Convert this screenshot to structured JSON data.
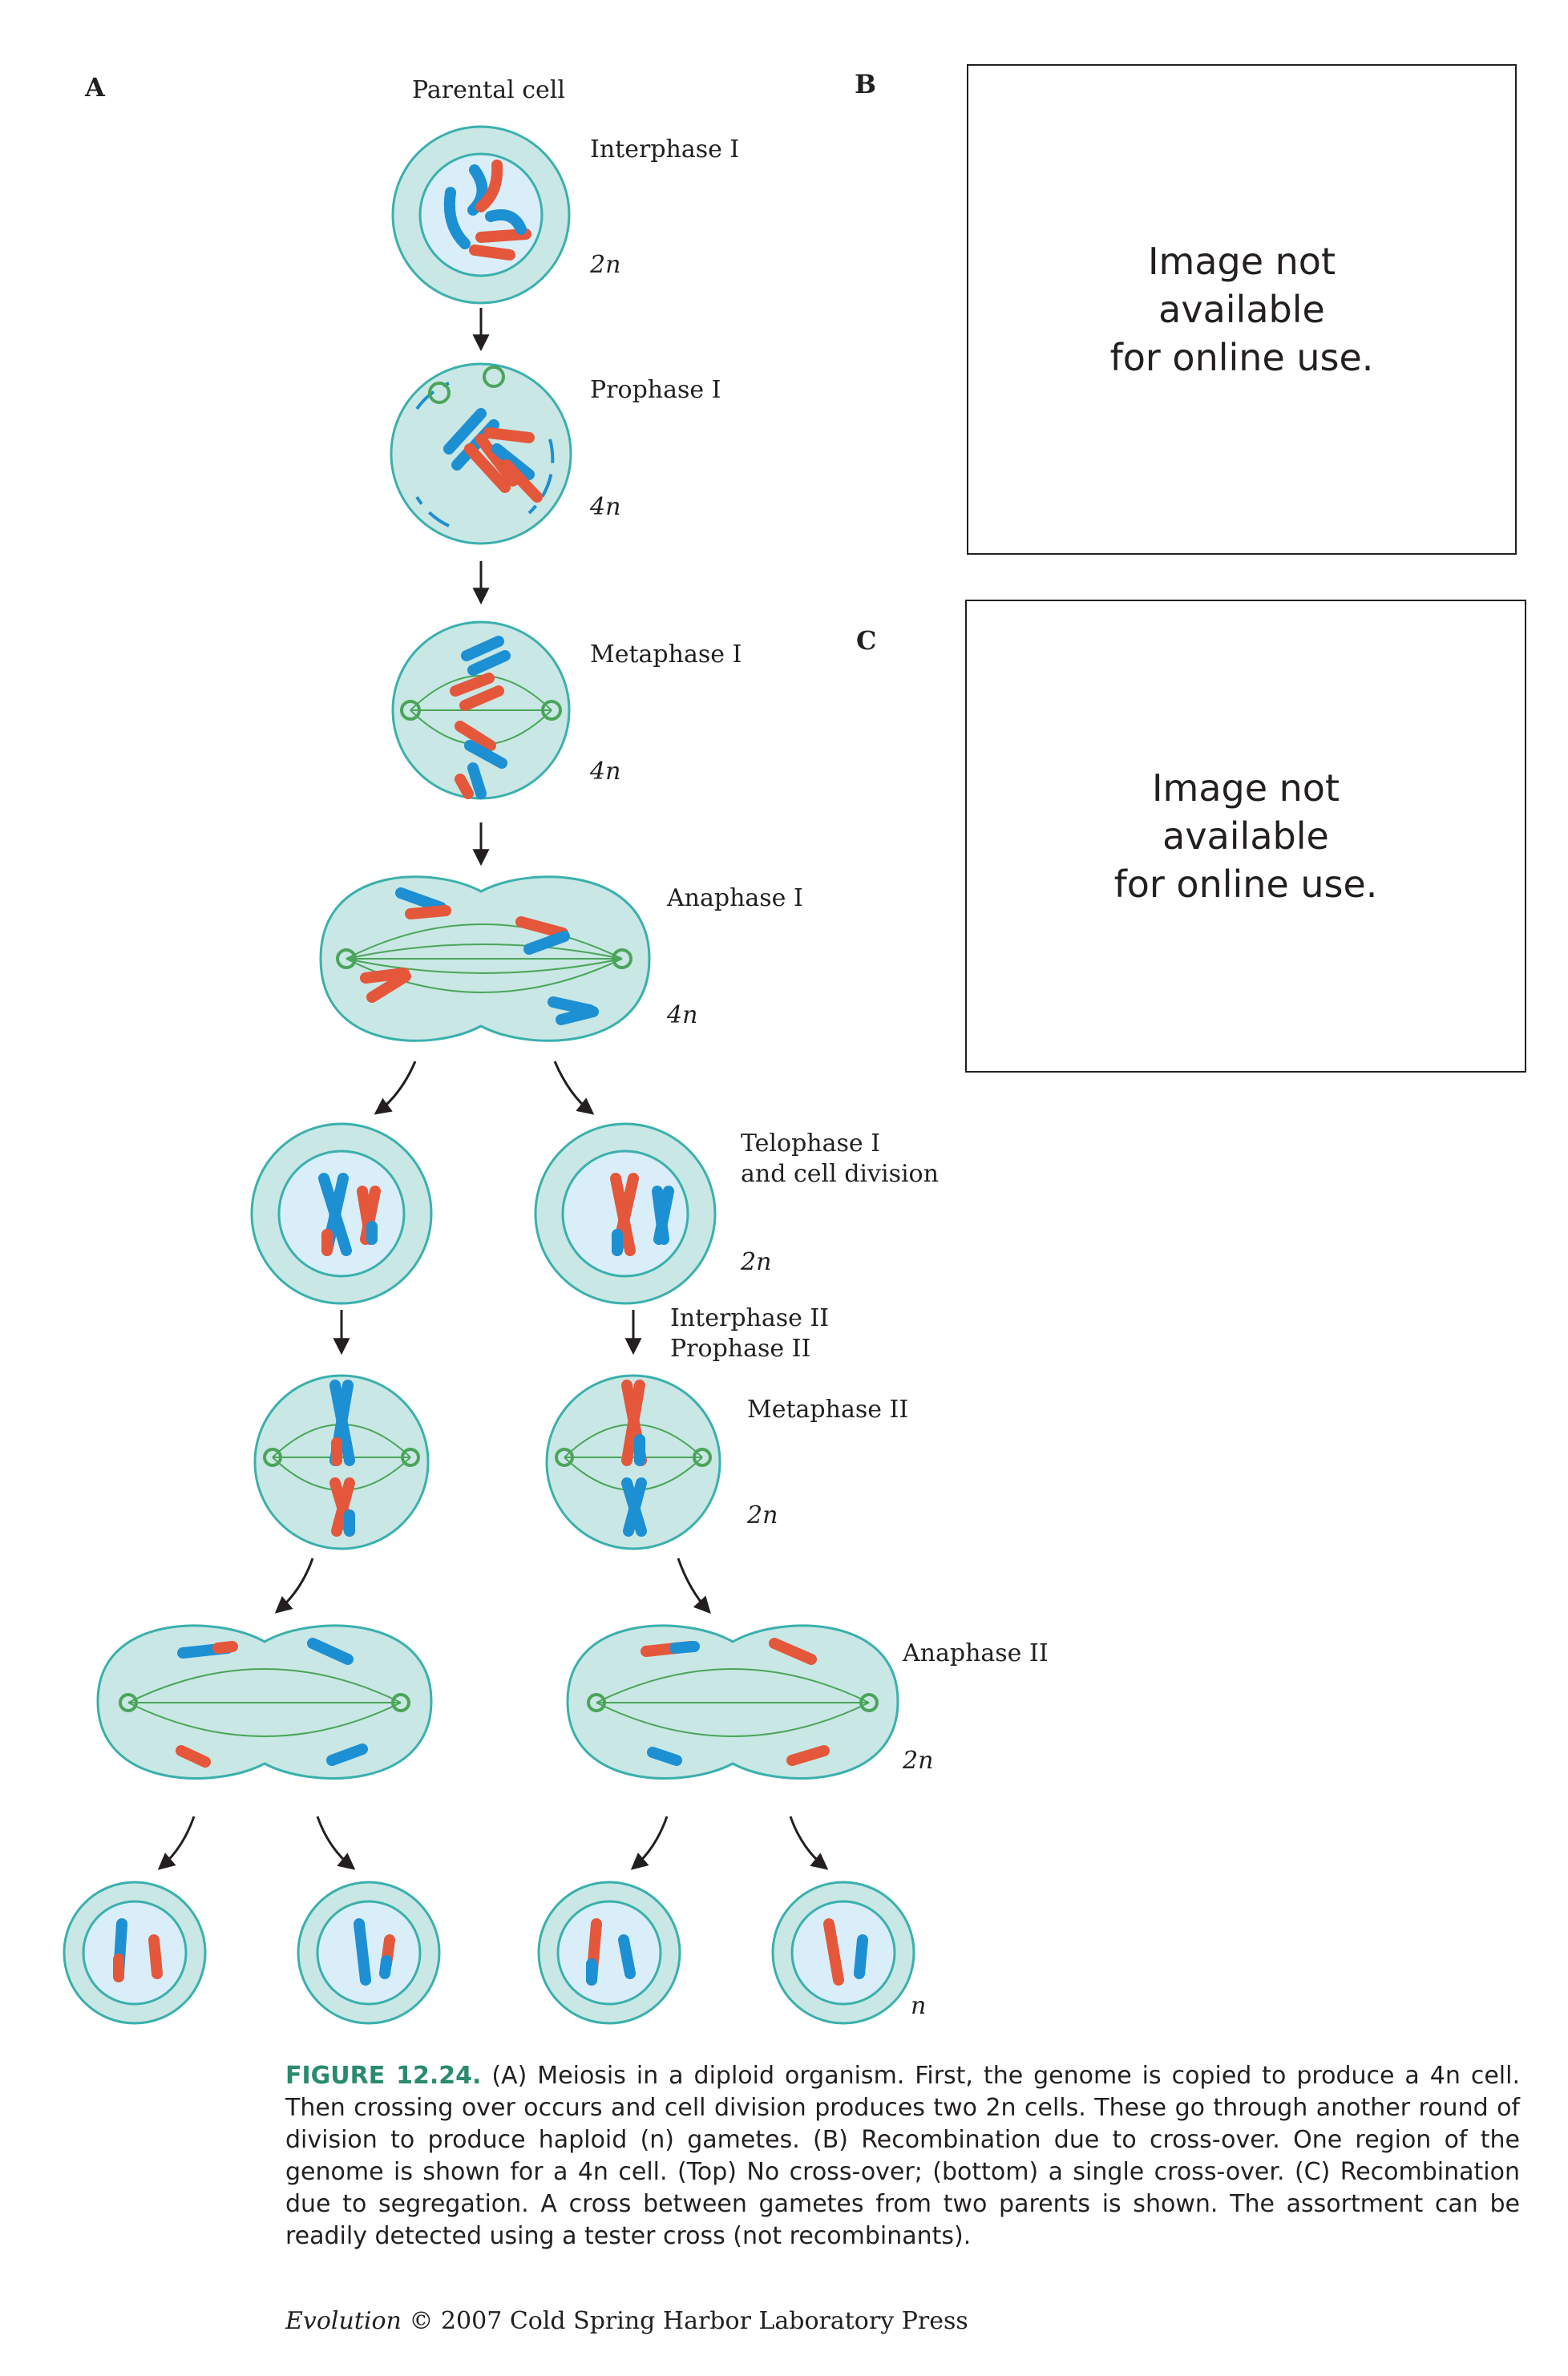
{
  "panels": {
    "a": "A",
    "b": "B",
    "c": "C"
  },
  "placeholder": {
    "b_text": "Image not\navailable\nfor online use.",
    "c_text": "Image not\navailable\nfor online use."
  },
  "stages": {
    "parental": "Parental cell",
    "interphase1": "Interphase I",
    "interphase1_ploidy": "2n",
    "prophase1": "Prophase I",
    "prophase1_ploidy": "4n",
    "metaphase1": "Metaphase I",
    "metaphase1_ploidy": "4n",
    "anaphase1": "Anaphase I",
    "anaphase1_ploidy": "4n",
    "telophase1_line1": "Telophase I",
    "telophase1_line2": "and cell division",
    "telophase1_ploidy": "2n",
    "interphase2": "Interphase II",
    "prophase2": "Prophase II",
    "metaphase2": "Metaphase II",
    "metaphase2_ploidy": "2n",
    "anaphase2": "Anaphase II",
    "anaphase2_ploidy": "2n",
    "gamete_ploidy": "n"
  },
  "caption": {
    "label": "FIGURE 12.24.",
    "text": " (A) Meiosis in a diploid organism. First, the genome is copied to produce a 4n cell. Then crossing over occurs and cell division produces two 2n cells. These go through another round of division to produce haploid (n) gametes. (B) Recombination due to cross-over. One region of the genome is shown for a 4n cell. (Top) No cross-over; (bottom) a single cross-over. (C) Recombination due to segregation. A cross between gametes from two parents is shown. The assortment can be readily detected using a tester cross (not recombinants)."
  },
  "credit": {
    "title": "Evolution",
    "text": " © 2007 Cold Spring Harbor Laboratory Press"
  },
  "colors": {
    "cell_fill": "#c9e7e4",
    "cell_stroke": "#3ab0ad",
    "nucleus_fill": "#d9eef8",
    "nucleus_stroke": "#3ab0ad",
    "blue": "#1d8fd3",
    "red": "#e4573b",
    "spindle": "#4aa55a",
    "arrow": "#231f20"
  }
}
